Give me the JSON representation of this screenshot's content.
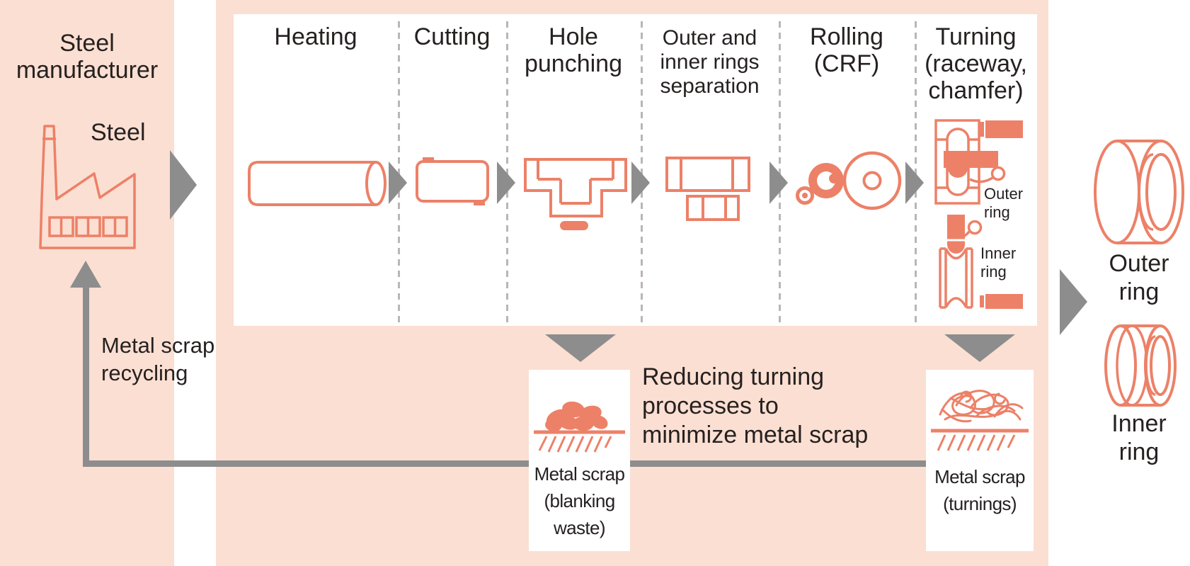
{
  "left_panel": {
    "title": "Steel\nmanufacturer",
    "steel_label": "Steel",
    "recycling_label": "Metal scrap\nrecycling"
  },
  "process": {
    "steps": [
      {
        "label": "Heating",
        "icon": "steel-billet-cylinder-icon"
      },
      {
        "label": "Cutting",
        "icon": "cut-billet-icon"
      },
      {
        "label": "Hole\npunching",
        "icon": "hole-punching-die-icon"
      },
      {
        "label": "Outer and\ninner rings\nseparation",
        "icon": "rings-separation-icon"
      },
      {
        "label": "Rolling\n(CRF)",
        "icon": "ring-rolling-icon"
      },
      {
        "label": "Turning\n(raceway,\nchamfer)",
        "icon": "turning-machining-icon"
      }
    ],
    "turning_callouts": {
      "outer": "Outer\nring",
      "inner": "Inner\nring"
    }
  },
  "annotation": "Reducing turning\nprocesses to\nminimize metal scrap",
  "scrap_boxes": [
    {
      "label": "Metal scrap\n(blanking\nwaste)",
      "icon": "blanking-waste-pile-icon"
    },
    {
      "label": "Metal scrap\n(turnings)",
      "icon": "turnings-pile-icon"
    }
  ],
  "outputs": {
    "outer": "Outer\nring",
    "inner": "Inner\nring"
  },
  "icons": {
    "factory-icon": "outlined factory with chimney, zigzag roof and three windows",
    "steel-billet-cylinder-icon": "horizontal steel cylinder outline",
    "cut-billet-icon": "rounded slab outline with cut notches",
    "hole-punching-die-icon": "T-shaped punched cross-section with slug below",
    "rings-separation-icon": "large ring sleeve over smaller inner ring cross-sections",
    "ring-rolling-icon": "mandrel and rolling wheels circles",
    "turning-machining-icon": "outer and inner ring turning tools with chip curls",
    "blanking-waste-pile-icon": "pile of metal slugs on hatched ground",
    "turnings-pile-icon": "tangle of metal chips on hatched ground",
    "outer-ring-3d-icon": "3D bearing outer ring",
    "inner-ring-3d-icon": "3D bearing inner ring with groove",
    "flow-arrow-icon": "gray triangle arrow"
  },
  "colors": {
    "panel_pink": "#fbdfd2",
    "salmon": "#ec8168",
    "arrow_gray": "#8d8d8d",
    "dash_gray": "#b9b6b4",
    "text": "#262121"
  }
}
